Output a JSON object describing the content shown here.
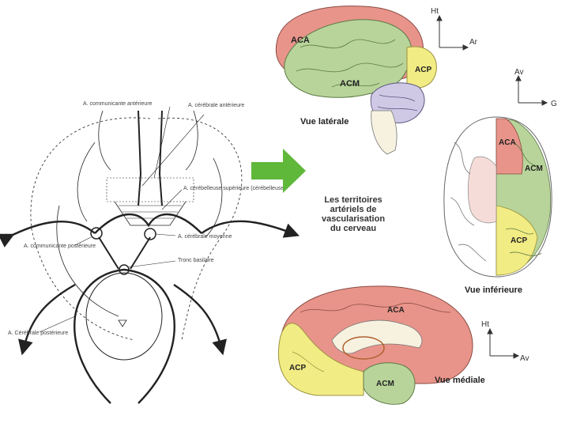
{
  "left_diagram": {
    "labels": {
      "ant_communicating": "A. communicante antérieure",
      "ant_cerebral": "A. cérébrale antérieure",
      "sup_cerebellar": "A. cérébelleuse supérieure (cérébelleuse)",
      "middle_cerebral": "A. cérébrale moyenne",
      "post_communicating": "A. communicante postérieure",
      "basilar_trunk": "Tronc basilaire",
      "post_cerebral": "A. Cérébrale postérieure"
    }
  },
  "arrow_color": "#5fb83a",
  "title": [
    "Les territoires",
    "artériels de",
    "vascularisation",
    "du cerveau"
  ],
  "lateral_view": {
    "label": "Vue latérale",
    "territories": {
      "aca": "ACA",
      "acm": "ACM",
      "acp": "ACP"
    },
    "axis": {
      "up": "Ht",
      "right": "Ar"
    }
  },
  "inferior_view": {
    "label": "Vue inférieure",
    "territories": {
      "aca": "ACA",
      "acm": "ACM",
      "acp": "ACP"
    },
    "axis": {
      "up": "Av",
      "right": "G"
    }
  },
  "medial_view": {
    "label": "Vue médiale",
    "territories": {
      "aca": "ACA",
      "acm": "ACM",
      "acp": "ACP"
    },
    "axis": {
      "up": "Ht",
      "right": "Av"
    }
  },
  "colors": {
    "aca": "#e8948a",
    "acm": "#b8d49a",
    "acp": "#f2ec84",
    "cerebellum": "#cfc9e6"
  }
}
